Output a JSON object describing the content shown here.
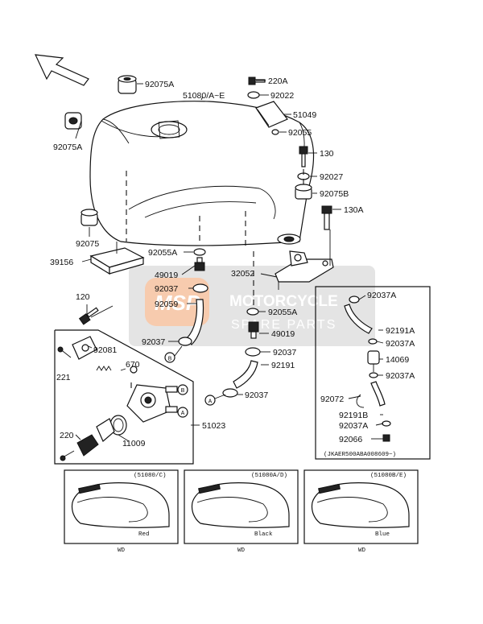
{
  "watermark": {
    "badge": "MSP",
    "line1": "MOTORCYCLE",
    "line2": "SPARE PARTS"
  },
  "labels": {
    "p92075A_top": "92075A",
    "p51080": "51080/A~E",
    "p220A": "220A",
    "p92022": "92022",
    "p51049": "51049",
    "p92055": "92055",
    "p92075A_left": "92075A",
    "p130": "130",
    "p92027": "92027",
    "p92075B": "92075B",
    "p130A": "130A",
    "p92075": "92075",
    "p39156": "39156",
    "p92055A_1": "92055A",
    "p32052": "32052",
    "p49019_1": "49019",
    "p92037_1": "92037",
    "p92059": "92059",
    "p92055A_2": "92055A",
    "p49019_2": "49019",
    "p92037_2": "92037",
    "p92037_3": "92037",
    "p92191": "92191",
    "p92037_4": "92037",
    "p120": "120",
    "p92081": "92081",
    "p221": "221",
    "p670": "670",
    "p51023": "51023",
    "p220": "220",
    "p11009": "11009",
    "p92037A_1": "92037A",
    "p92191A": "92191A",
    "p92037A_2": "92037A",
    "p14069": "14069",
    "p92037A_3": "92037A",
    "p92072": "92072",
    "p92191B": "92191B",
    "p92037A_4": "92037A",
    "p92066": "92066",
    "serial_note": "(JKAER500ABA008609~)"
  },
  "callouts": {
    "A": "A",
    "B": "B"
  },
  "variants": [
    {
      "code": "(51080/C)",
      "color": "Red",
      "mark": "WD"
    },
    {
      "code": "(51080A/D)",
      "color": "Black",
      "mark": "WD"
    },
    {
      "code": "(51080B/E)",
      "color": "Blue",
      "mark": "WD"
    }
  ]
}
